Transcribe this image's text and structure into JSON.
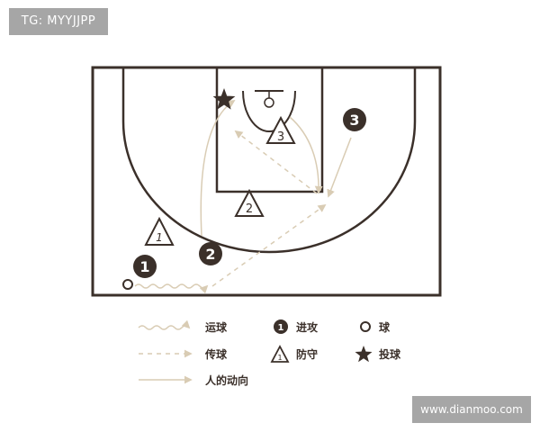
{
  "watermark_top": "TG: MYYJJPP",
  "watermark_bottom": "www.dianmoo.com",
  "colors": {
    "court_line": "#3b302a",
    "dribble": "#d9ccb4",
    "pass": "#d9ccb4",
    "movement": "#d9ccb4",
    "offense_fill": "#3b302a",
    "badge_bg": "#a6a6a6"
  },
  "offense_players": [
    "1",
    "2",
    "3"
  ],
  "defense_players": [
    "1",
    "2",
    "3"
  ],
  "legend": {
    "dribble": "运球",
    "offense": "进攻",
    "offense_num": "1",
    "ball": "球",
    "pass": "传球",
    "defense": "防守",
    "defense_num": "1",
    "shot": "投球",
    "movement": "人的动向"
  }
}
